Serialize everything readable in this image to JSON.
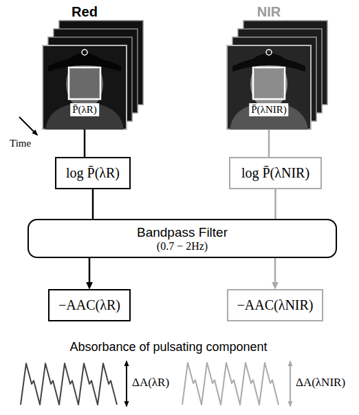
{
  "diagram": {
    "nodes": [
      {
        "text": [
          "Red",
          "P̄(λR)"
        ]
      },
      {
        "text": [
          "NIR",
          "P̄(λNIR)"
        ]
      },
      {
        "text": [
          "log P̄(λR)"
        ]
      },
      {
        "text": [
          "log P̄(λNIR)"
        ]
      },
      {
        "text": [
          "Bandpass Filter",
          "(0.7 − 2Hz)"
        ]
      },
      {
        "text": [
          "−AAC(λR)"
        ]
      },
      {
        "text": [
          "−AAC(λNIR)"
        ]
      }
    ],
    "edges": [
      {
        "from": 0,
        "to": 2,
        "arrow": "none"
      },
      {
        "from": 1,
        "to": 3,
        "arrow": "none"
      },
      {
        "from": 2,
        "to": 4,
        "arrow": "none"
      },
      {
        "from": 3,
        "to": 4,
        "arrow": "none"
      },
      {
        "from": 4,
        "to": 5,
        "arrow": "to"
      },
      {
        "from": 4,
        "to": 6,
        "arrow": "to"
      }
    ],
    "labels": [
      "Time",
      "Absorbance of pulsating component",
      "ΔA(λR)",
      "ΔA(λNIR)"
    ]
  }
}
